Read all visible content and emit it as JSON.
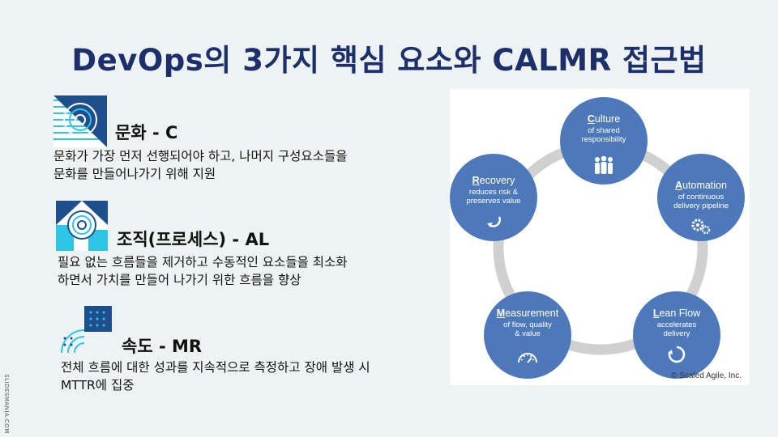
{
  "title": "DevOps의 3가지 핵심 요소와 CALMR 접근법",
  "sections": [
    {
      "heading": "문화 - C",
      "desc_lines": [
        "문화가 가장 먼저 선행되어야 하고, 나머지 구성요소들을",
        "문화를 만들어나가기 위해 지원"
      ],
      "icon": "culture-target-icon"
    },
    {
      "heading": "조직(프로세스) - AL",
      "desc_lines": [
        "필요 없는 흐름들을 제거하고 수동적인 요소들을 최소화",
        "하면서 가치를 만들어 나가기 위한 흐름을 향상"
      ],
      "icon": "organization-target-icon"
    },
    {
      "heading": "속도 - MR",
      "desc_lines": [
        "전체 흐름에 대한 성과를 지속적으로 측정하고 장애 발생 시",
        "MTTR에 집중"
      ],
      "icon": "speed-radar-icon"
    }
  ],
  "calmr": {
    "nodes": [
      {
        "cap": "C",
        "rest": "ulture",
        "desc": [
          "of shared",
          "responsibility"
        ],
        "icon": "people-icon"
      },
      {
        "cap": "A",
        "rest": "utomation",
        "desc": [
          "of continuous",
          "delivery pipeline"
        ],
        "icon": "gears-icon"
      },
      {
        "cap": "L",
        "rest": "ean Flow",
        "desc": [
          "accelerates",
          "delivery"
        ],
        "icon": "cycle-icon"
      },
      {
        "cap": "M",
        "rest": "easurement",
        "desc": [
          "of flow, quality",
          "& value"
        ],
        "icon": "gauge-icon"
      },
      {
        "cap": "R",
        "rest": "ecovery",
        "desc": [
          "reduces risk &",
          "preserves value"
        ],
        "icon": "undo-arrow-icon"
      }
    ],
    "copyright": "© Scaled Agile, Inc."
  },
  "watermark": "SLIDESMANIA.COM",
  "colors": {
    "title": "#1d2f6b",
    "node": "#4d79bb",
    "ring": "#d0d0d0",
    "icon_dark": "#1f4e8c",
    "icon_light": "#2ec4e6"
  }
}
